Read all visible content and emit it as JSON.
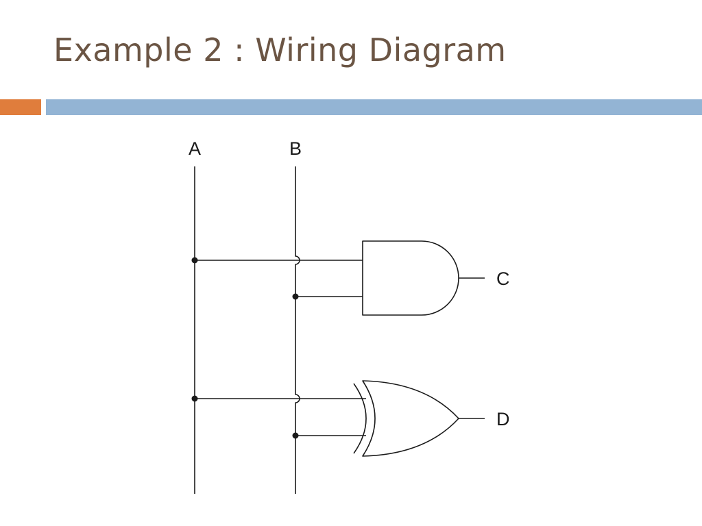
{
  "slide": {
    "title": "Example 2 : Wiring Diagram"
  },
  "diagram": {
    "inputs": [
      {
        "label": "A"
      },
      {
        "label": "B"
      }
    ],
    "gates": [
      {
        "type": "AND",
        "inputs": [
          "A",
          "B"
        ],
        "output_label": "C"
      },
      {
        "type": "XOR",
        "inputs": [
          "A",
          "B"
        ],
        "output_label": "D"
      }
    ]
  },
  "colors": {
    "title_text": "#6b5544",
    "accent_orange": "#e07d3c",
    "accent_blue": "#93b4d4",
    "wire": "#1a1a1a"
  }
}
